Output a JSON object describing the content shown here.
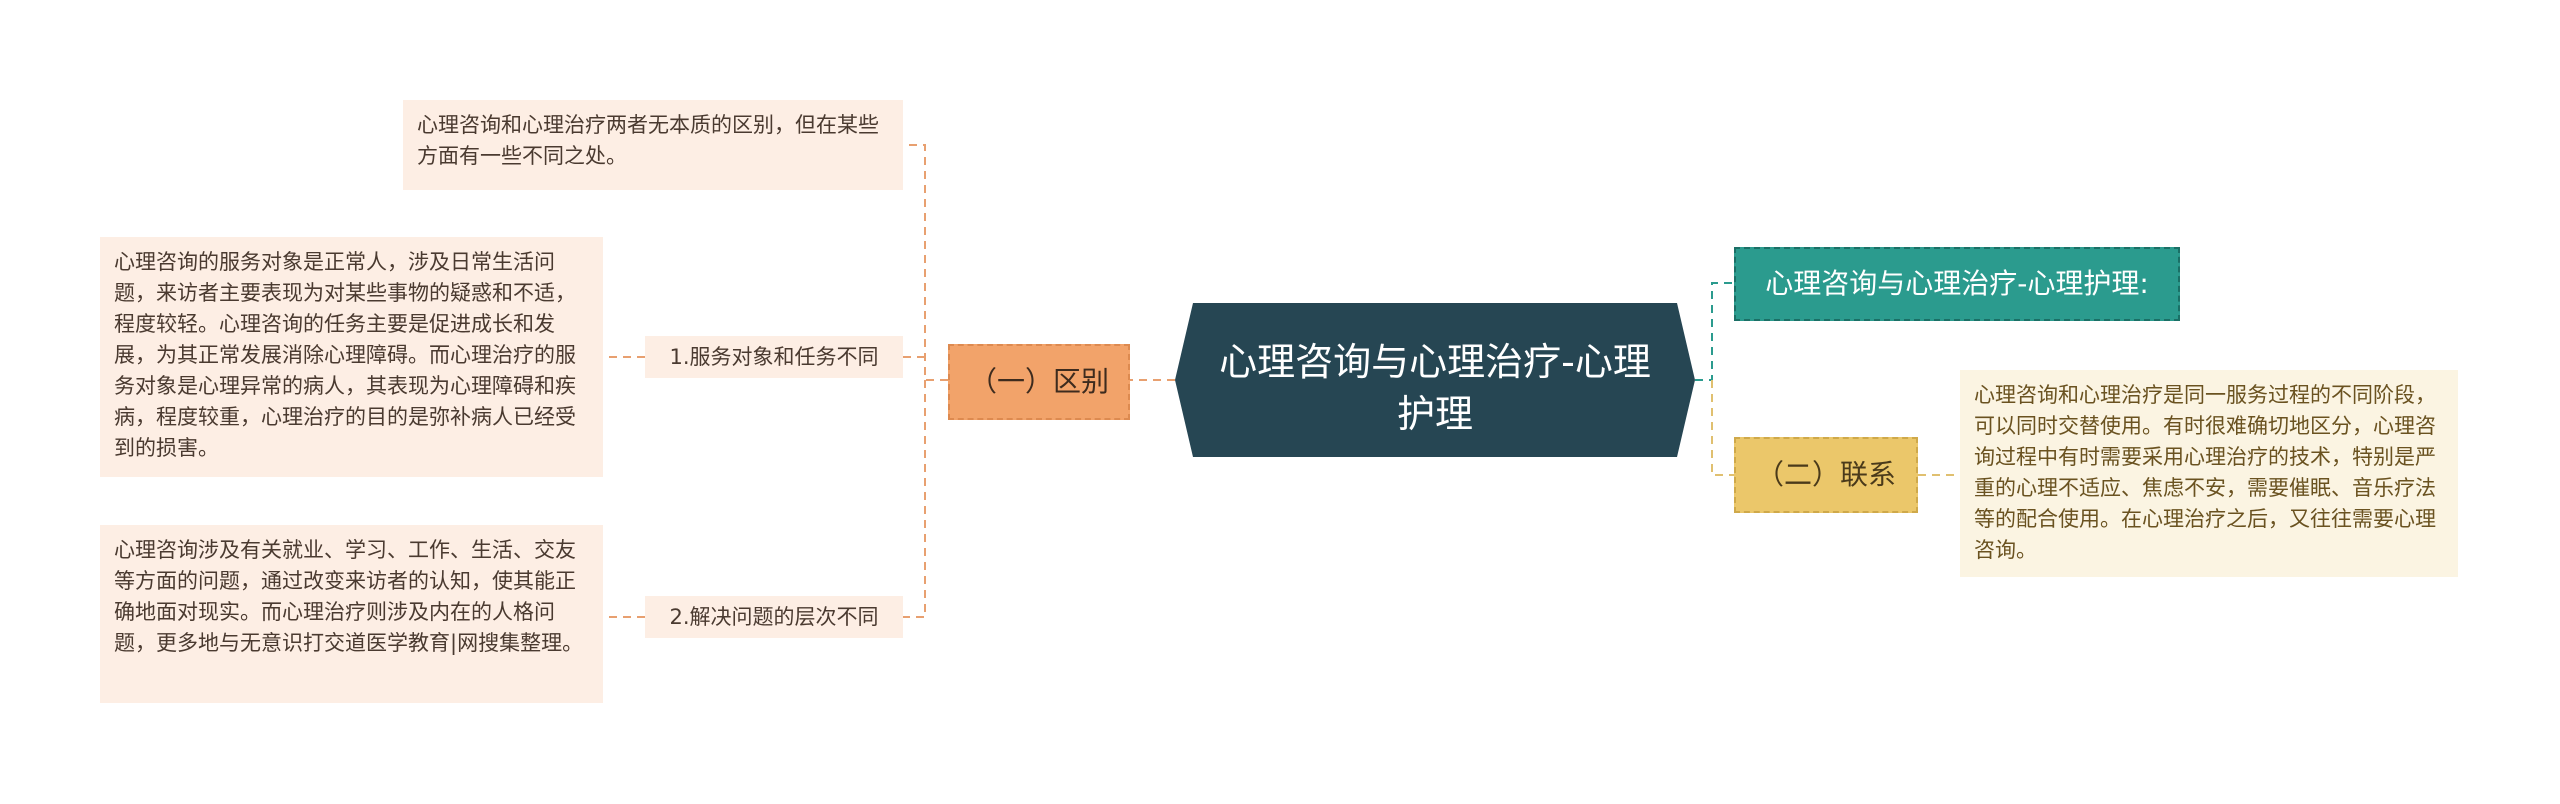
{
  "root": {
    "title": "心理咨询与心理治疗-心理护理"
  },
  "left_branch": {
    "label": "（一）区别",
    "intro": "心理咨询和心理治疗两者无本质的区别，但在某些方面有一些不同之处。",
    "items": [
      {
        "label": "1.服务对象和任务不同",
        "detail": "心理咨询的服务对象是正常人，涉及日常生活问题，来访者主要表现为对某些事物的疑惑和不适，程度较轻。心理咨询的任务主要是促进成长和发展，为其正常发展消除心理障碍。而心理治疗的服务对象是心理异常的病人，其表现为心理障碍和疾病，程度较重，心理治疗的目的是弥补病人已经受到的损害。"
      },
      {
        "label": "2.解决问题的层次不同",
        "detail": "心理咨询涉及有关就业、学习、工作、生活、交友等方面的问题，通过改变来访者的认知，使其能正确地面对现实。而心理治疗则涉及内在的人格问题，更多地与无意识打交道医学教育|网搜集整理。"
      }
    ]
  },
  "right_branch": {
    "topic": "心理咨询与心理治疗-心理护理:",
    "label": "（二）联系",
    "detail": "心理咨询和心理治疗是同一服务过程的不同阶段，可以同时交替使用。有时很难确切地区分，心理咨询过程中有时需要采用心理治疗的技术，特别是严重的心理不适应、焦虑不安，需要催眠、音乐疗法等的配合使用。在心理治疗之后，又往往需要心理咨询。"
  },
  "colors": {
    "root": "#264653",
    "left_branch": "#f2a36a",
    "leaf": "#fdeee4",
    "teal_topic": "#2b9b8e",
    "yellow_branch": "#ebc76a",
    "yellow_leaf": "#fbf4e2",
    "connector_orange": "#e8a070",
    "connector_teal": "#2b9b8e",
    "connector_yellow": "#e0c070"
  }
}
